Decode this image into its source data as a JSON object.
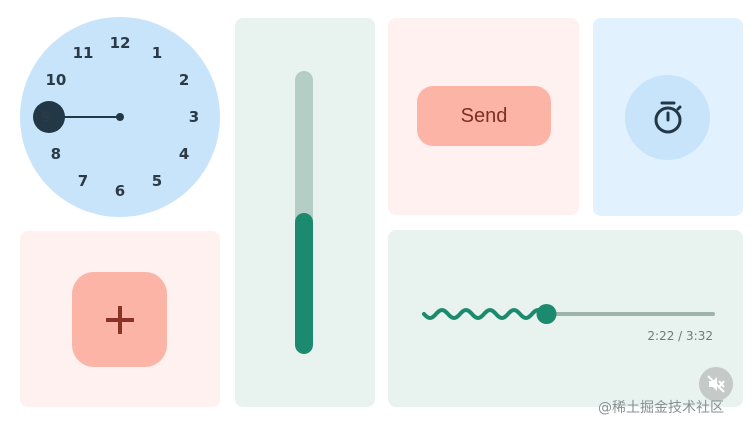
{
  "clock": {
    "numerals": [
      "12",
      "1",
      "2",
      "3",
      "4",
      "5",
      "6",
      "7",
      "8",
      "9",
      "10",
      "11"
    ],
    "selected_hour": "9",
    "face_color": "#c8e4fb",
    "accent_color": "#233847"
  },
  "slider": {
    "value": 0.5,
    "track_color": "#b4cdc5",
    "fill_color": "#1c8a6e"
  },
  "send": {
    "label": "Send",
    "color": "#fcb4a6"
  },
  "timer": {
    "icon": "stopwatch-icon"
  },
  "fab": {
    "icon": "plus-icon"
  },
  "media": {
    "progress": 0.424,
    "time_text": "2:22 / 3:32",
    "mute_icon": "volume-off-icon",
    "accent_color": "#1c8a6e"
  },
  "watermark": {
    "text": "@稀土掘金技术社区"
  }
}
